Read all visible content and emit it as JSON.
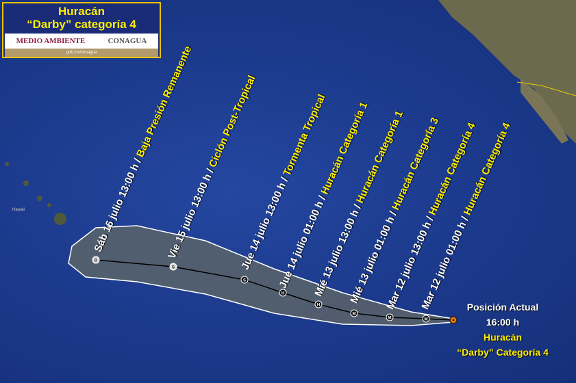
{
  "header": {
    "title_line1": "Huracán",
    "title_line2": "“Darby” categoría 4",
    "logo_left": "MEDIO AMBIENTE",
    "logo_right": "CONAGUA",
    "url": "gob.mx/conagua"
  },
  "forecast_labels": [
    {
      "time": "Sáb 16 julio 13:00 h / ",
      "status": "Baja Presión Remanente",
      "marker": "D"
    },
    {
      "time": "Vie 15 julio 13:00 h / ",
      "status": "Ciclón Post-Tropical",
      "marker": "S"
    },
    {
      "time": "Jue 14 julio 13:00 h / ",
      "status": "Tormenta Tropical",
      "marker": "S"
    },
    {
      "time": "Jue 14 julio 01:00 h / ",
      "status": "Huracán Categoría 1",
      "marker": "H"
    },
    {
      "time": "Mié 13 julio 13:00 h / ",
      "status": "Huracán Categoría 1",
      "marker": "H"
    },
    {
      "time": "Mié 13 julio 01:00 h / ",
      "status": "Huracán Categoría 3",
      "marker": "M"
    },
    {
      "time": "Mar 12 julio 13:00 h / ",
      "status": "Huracán Categoría 4",
      "marker": "M"
    },
    {
      "time": "Mar 12 julio 01:00 h / ",
      "status": "Huracán Categoría 4",
      "marker": "M"
    }
  ],
  "current": {
    "label": "Posición Actual",
    "time": "16:00 h",
    "type": "Huracán",
    "name": "“Darby” Categoría 4"
  },
  "map_labels": {
    "hawaii": "Hawaii"
  },
  "colors": {
    "cone": "#5a6468",
    "title_text": "#ffee00",
    "current_marker": "#ff7a00"
  }
}
